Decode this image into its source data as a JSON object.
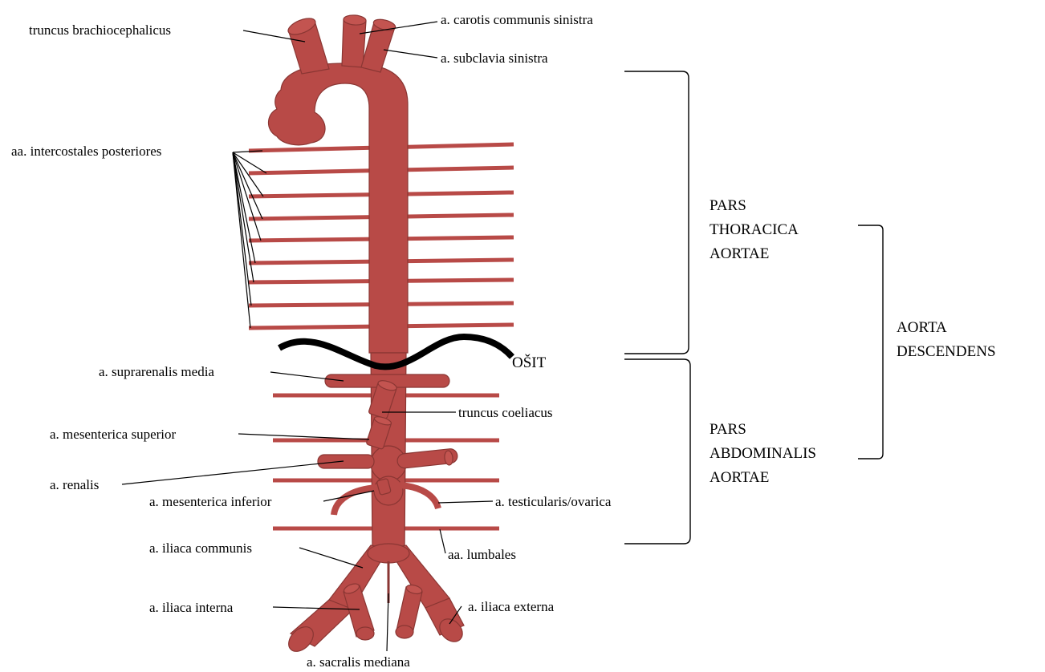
{
  "labels": {
    "truncus_brachiocephalicus": "truncus brachiocephalicus",
    "carotis_communis_sinistra": "a. carotis communis sinistra",
    "subclavia_sinistra": "a. subclavia sinistra",
    "intercostales_posteriores": "aa. intercostales posteriores",
    "suprarenalis_media": "a. suprarenalis media",
    "truncus_coeliacus": "truncus coeliacus",
    "mesenterica_superior": "a. mesenterica superior",
    "renalis": "a. renalis",
    "mesenterica_inferior": "a. mesenterica inferior",
    "testicularis_ovarica": "a. testicularis/ovarica",
    "iliaca_communis": "a. iliaca communis",
    "lumbales": "aa. lumbales",
    "iliaca_interna": "a. iliaca interna",
    "iliaca_externa": "a. iliaca externa",
    "sacralis_mediana": "a. sacralis mediana",
    "osit": "OŠIT"
  },
  "sections": {
    "pars_thoracica": [
      "PARS",
      "THORACICA",
      "AORTAE"
    ],
    "pars_abdominalis": [
      "PARS",
      "ABDOMINALIS",
      "AORTAE"
    ],
    "aorta_descendens": [
      "AORTA",
      "DESCENDENS"
    ]
  },
  "colors": {
    "artery": "#b84a47",
    "diaphragm": "#000000"
  }
}
